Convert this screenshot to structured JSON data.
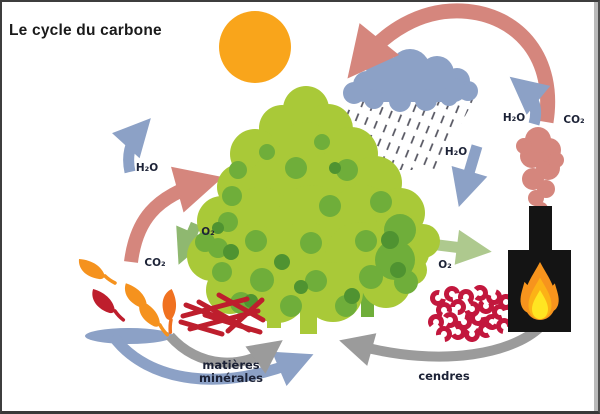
{
  "title": "Le cycle du carbone",
  "labels": {
    "h2o_transpiration": "H₂O",
    "co2_absorption": "CO₂",
    "o2_release": "O₂",
    "h2o_rain": "H₂O",
    "o2_combustion": "O₂",
    "h2o_fire": "H₂O",
    "co2_fire": "CO₂",
    "minerals_line1": "matières",
    "minerals_line2": "minérales",
    "ashes": "cendres"
  },
  "colors": {
    "salmon": "#d5867d",
    "blue": "#8ca1c6",
    "green-dark": "#8fb870",
    "green-light": "#aec98e",
    "tree-light": "#a9c938",
    "tree-mid": "#6fae3a",
    "tree-dark": "#4f9331",
    "sun": "#f9a51b",
    "orange": "#f5921e",
    "orange-deep": "#f07120",
    "crimson": "#be1e2d",
    "ashes-red": "#c2173d",
    "gray": "#9b9b9b",
    "flame-orange": "#f7941d",
    "flame-mid": "#fcb216",
    "flame-yellow": "#ffe522",
    "stove-black": "#141414",
    "rain": "#53535e",
    "soil-blue": "#8ca1c6",
    "text": "#1c2236"
  }
}
